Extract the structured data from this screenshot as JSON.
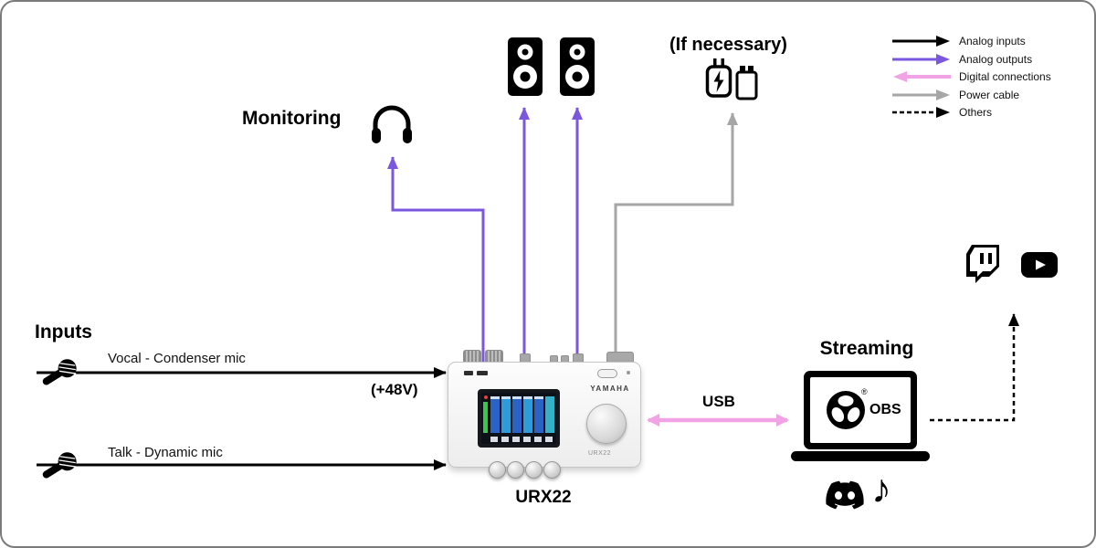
{
  "colors": {
    "analog_inputs": "#000000",
    "analog_outputs": "#7B57E0",
    "digital_connections": "#F2A3E6",
    "power_cable": "#A6A6A6",
    "others": "#000000"
  },
  "legend": {
    "items": [
      {
        "id": "analog-inputs",
        "label": "Analog inputs"
      },
      {
        "id": "analog-outputs",
        "label": "Analog outputs"
      },
      {
        "id": "digital-connections",
        "label": "Digital connections"
      },
      {
        "id": "power-cable",
        "label": "Power cable"
      },
      {
        "id": "others",
        "label": "Others"
      }
    ]
  },
  "sections": {
    "monitoring_label": "Monitoring",
    "if_necessary_label": "(If necessary)",
    "inputs_title": "Inputs",
    "vocal_input_label": "Vocal - Condenser mic",
    "talk_input_label": "Talk - Dynamic mic",
    "phantom_power_label": "(+48V)",
    "usb_label": "USB",
    "streaming_label": "Streaming",
    "device_label": "URX22"
  },
  "device": {
    "brand": "YAMAHA",
    "model": "URX22"
  },
  "streaming_pc": {
    "app_name": "OBS",
    "registered_mark": "®"
  },
  "icons": {
    "music_note": "♪"
  }
}
